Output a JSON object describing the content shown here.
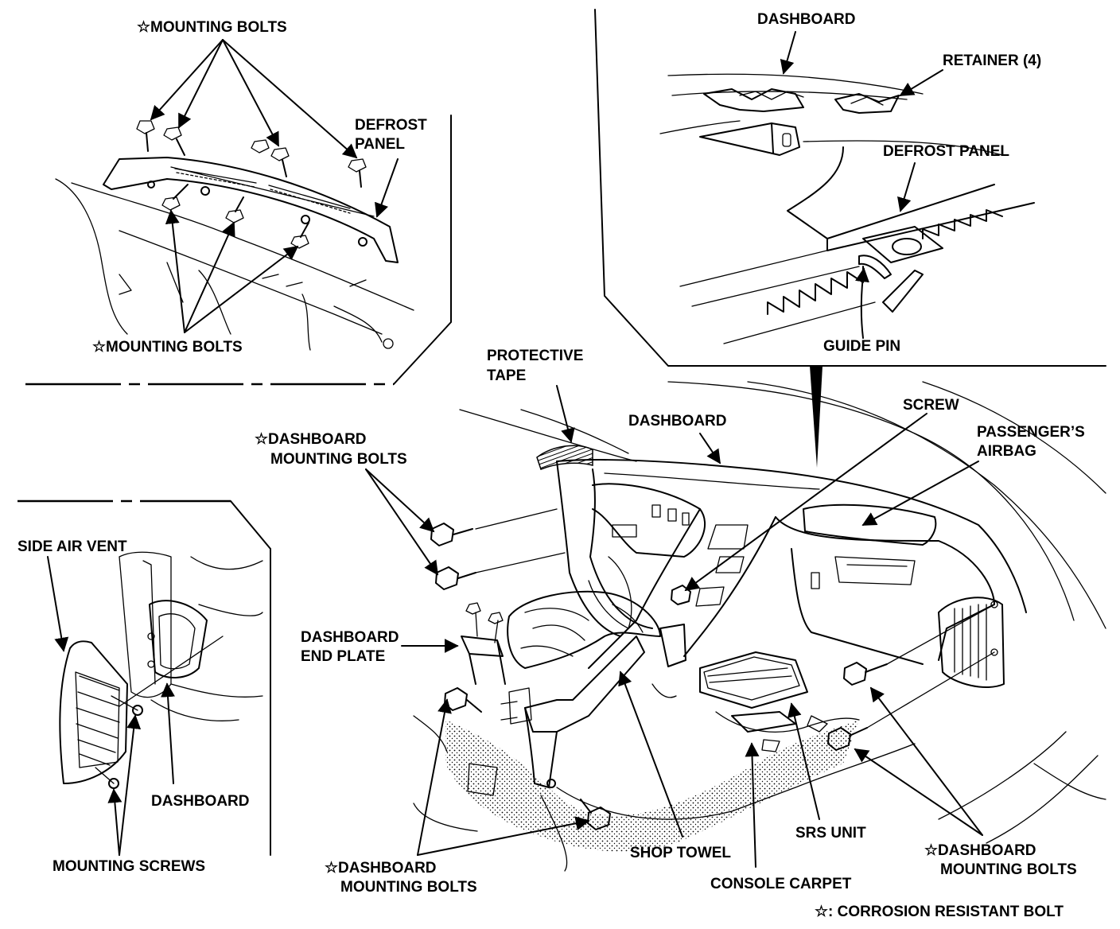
{
  "labels": {
    "top_left_bolts_1": "☆MOUNTING BOLTS",
    "defrost_panel_1": "DEFROST",
    "defrost_panel_2": "PANEL",
    "top_left_bolts_2": "☆MOUNTING BOLTS",
    "inset_dashboard": "DASHBOARD",
    "retainer": "RETAINER (4)",
    "inset_defrost_panel": "DEFROST PANEL",
    "guide_pin": "GUIDE PIN",
    "protective_tape_1": "PROTECTIVE",
    "protective_tape_2": "TAPE",
    "main_dashboard": "DASHBOARD",
    "screw": "SCREW",
    "airbag_1": "PASSENGER’S",
    "airbag_2": "AIRBAG",
    "dash_bolts_upper_1": "☆DASHBOARD",
    "dash_bolts_upper_2": "MOUNTING BOLTS",
    "side_air_vent": "SIDE AIR VENT",
    "end_plate_1": "DASHBOARD",
    "end_plate_2": "END PLATE",
    "vent_dashboard": "DASHBOARD",
    "mounting_screws": "MOUNTING SCREWS",
    "shop_towel": "SHOP TOWEL",
    "srs_unit": "SRS UNIT",
    "console_carpet": "CONSOLE CARPET",
    "dash_bolts_lower_1": "☆DASHBOARD",
    "dash_bolts_lower_2": "MOUNTING BOLTS",
    "dash_bolts_right_1": "☆DASHBOARD",
    "dash_bolts_right_2": "MOUNTING BOLTS",
    "legend": "☆: CORROSION RESISTANT BOLT"
  }
}
